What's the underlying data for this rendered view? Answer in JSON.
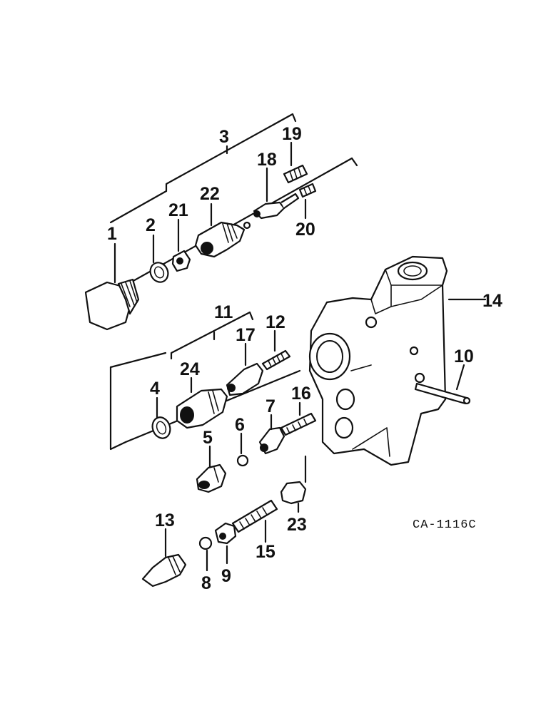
{
  "diagram": {
    "code": "CA-1116C",
    "callouts": {
      "c1": "1",
      "c2": "2",
      "c3": "3",
      "c4": "4",
      "c5": "5",
      "c6": "6",
      "c7": "7",
      "c8": "8",
      "c9": "9",
      "c10": "10",
      "c11": "11",
      "c12": "12",
      "c13": "13",
      "c14": "14",
      "c15": "15",
      "c16": "16",
      "c17": "17",
      "c18": "18",
      "c19": "19",
      "c20": "20",
      "c21": "21",
      "c22": "22",
      "c23": "23",
      "c24": "24"
    }
  }
}
